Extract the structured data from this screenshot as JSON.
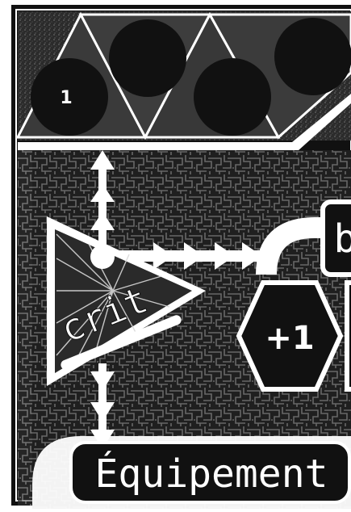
{
  "card": {
    "slot_number": "1",
    "crit_label": "crit",
    "bonus_value": "+1",
    "edge_label": "b",
    "title": "Équipement"
  },
  "colors": {
    "background": "#1a1a1a",
    "slot_fill": "#111111",
    "line": "#ffffff",
    "frame": "#ffffff"
  },
  "icons": {
    "crit_icon": "burst-triangle-icon",
    "bonus_icon": "hexagon-icon",
    "flow_arrows": "arrow-right-icon",
    "vertical_arrows": "arrow-up-down-icon"
  }
}
